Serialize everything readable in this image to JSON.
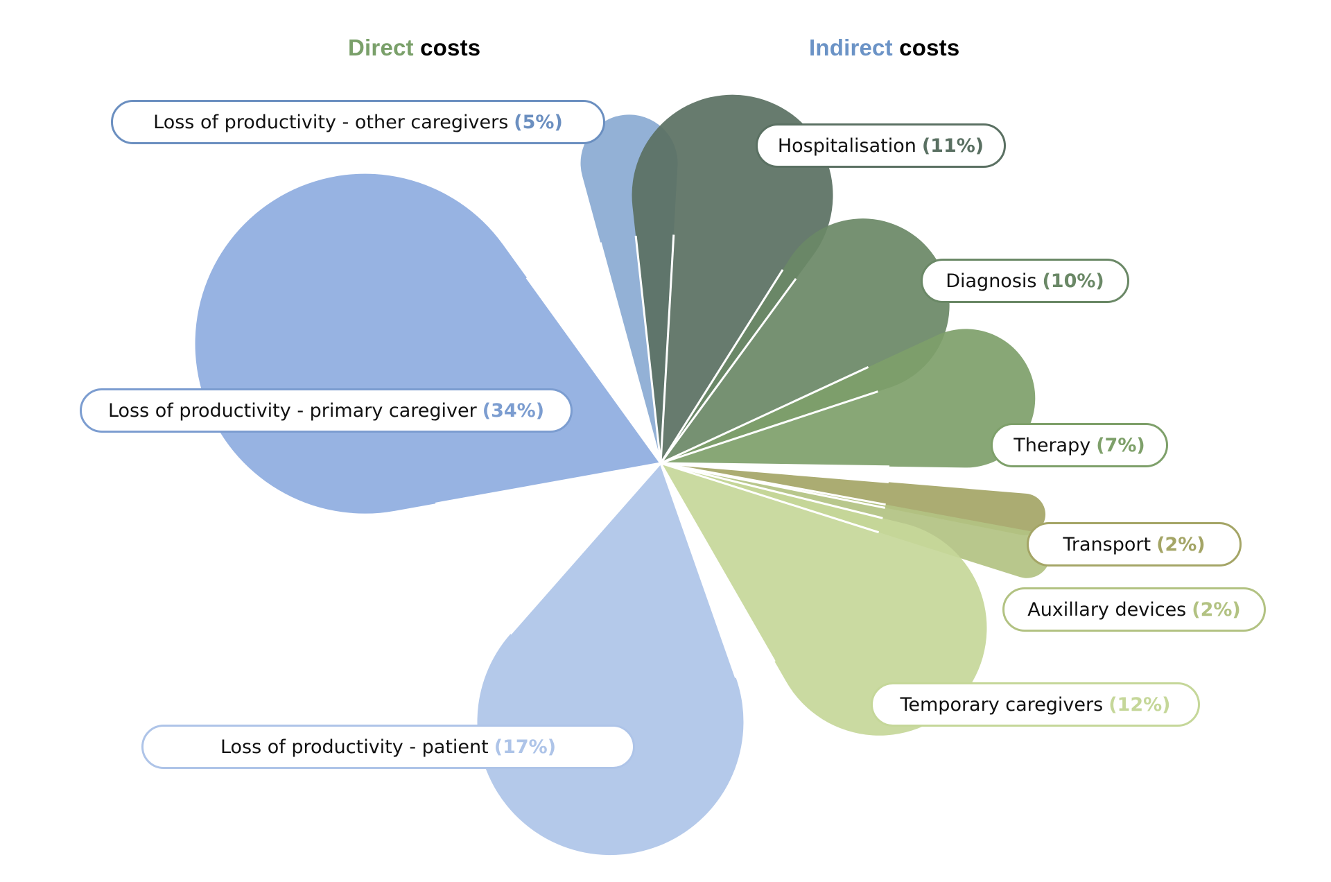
{
  "headings": {
    "direct": {
      "lead": "Direct",
      "tail": "costs",
      "lead_color": "#7aa06a"
    },
    "indirect": {
      "lead": "Indirect",
      "tail": "costs",
      "lead_color": "#6b93c6"
    }
  },
  "chart_data": {
    "type": "pie",
    "title": "",
    "style": "petal / teardrop pie (radial petals from a common center)",
    "groups": [
      {
        "name": "Indirect costs",
        "color": "#6b93c6"
      },
      {
        "name": "Direct costs",
        "color": "#7aa06a"
      }
    ],
    "slices": [
      {
        "label": "Loss of productivity - other caregivers",
        "value": 5,
        "pct_text": "(5%)",
        "group": "Indirect costs",
        "color": "#8aaad3",
        "accent": "#6b8fc0"
      },
      {
        "label": "Hospitalisation",
        "value": 11,
        "pct_text": "(11%)",
        "group": "Direct costs",
        "color": "#5a7062",
        "accent": "#5a7062"
      },
      {
        "label": "Diagnosis",
        "value": 10,
        "pct_text": "(10%)",
        "group": "Direct costs",
        "color": "#6a8866",
        "accent": "#6a8866"
      },
      {
        "label": "Therapy",
        "value": 7,
        "pct_text": "(7%)",
        "group": "Direct costs",
        "color": "#7ea06a",
        "accent": "#7ea06a"
      },
      {
        "label": "Transport",
        "value": 2,
        "pct_text": "(2%)",
        "group": "Direct costs",
        "color": "#a4a566",
        "accent": "#a4a566"
      },
      {
        "label": "Auxillary devices",
        "value": 2,
        "pct_text": "(2%)",
        "group": "Direct costs",
        "color": "#b2c282",
        "accent": "#b2c282"
      },
      {
        "label": "Temporary caregivers",
        "value": 12,
        "pct_text": "(12%)",
        "group": "Direct costs",
        "color": "#c5d799",
        "accent": "#c5d799"
      },
      {
        "label": "Loss of productivity - patient",
        "value": 17,
        "pct_text": "(17%)",
        "group": "Indirect costs",
        "color": "#aec4e8",
        "accent": "#aec4e8"
      },
      {
        "label": "Loss of productivity - primary caregiver",
        "value": 34,
        "pct_text": "(34%)",
        "group": "Indirect costs",
        "color": "#8eade0",
        "accent": "#7c9dd0"
      }
    ],
    "legend": "none (labels in callout pills)"
  }
}
